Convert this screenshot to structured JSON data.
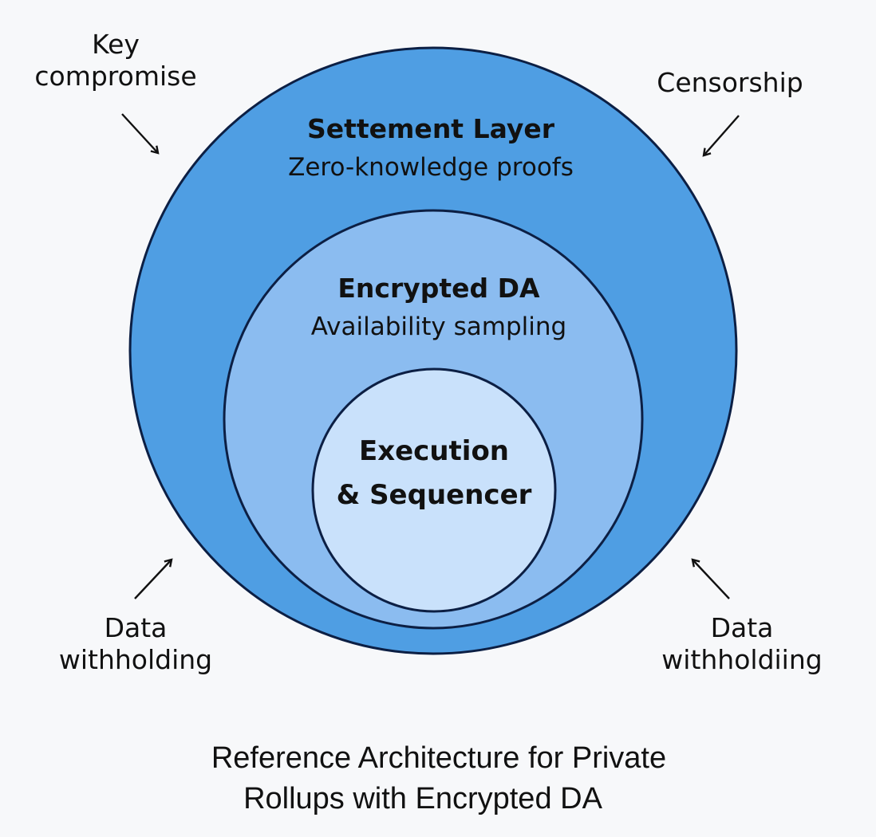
{
  "colors": {
    "background": "#f7f8fa",
    "outer_fill": "#4f9ee3",
    "middle_fill": "#8bbcf0",
    "inner_fill": "#c9e1fb",
    "stroke": "#0c1f44",
    "text": "#111111"
  },
  "layers": [
    {
      "id": "settlement",
      "title": "Settement Layer",
      "subtitle": "Zero-knowledge proofs"
    },
    {
      "id": "encrypted-da",
      "title": "Encrypted DA",
      "subtitle": "Availability sampling"
    },
    {
      "id": "execution",
      "title_line1": "Execution",
      "title_line2": "& Sequencer"
    }
  ],
  "threats": {
    "top_left": {
      "line1": "Key",
      "line2": "compromise",
      "arrow": "down-right"
    },
    "top_right": {
      "line1": "Censorship",
      "arrow": "down-left"
    },
    "bottom_left": {
      "line1": "Data",
      "line2": "withholding",
      "arrow": "up-right"
    },
    "bottom_right": {
      "line1": "Data",
      "line2": "withholdiing",
      "arrow": "up-left"
    }
  },
  "caption": {
    "line1": "Reference Architecture for Private",
    "line2": "Rollups with Encrypted DA"
  }
}
